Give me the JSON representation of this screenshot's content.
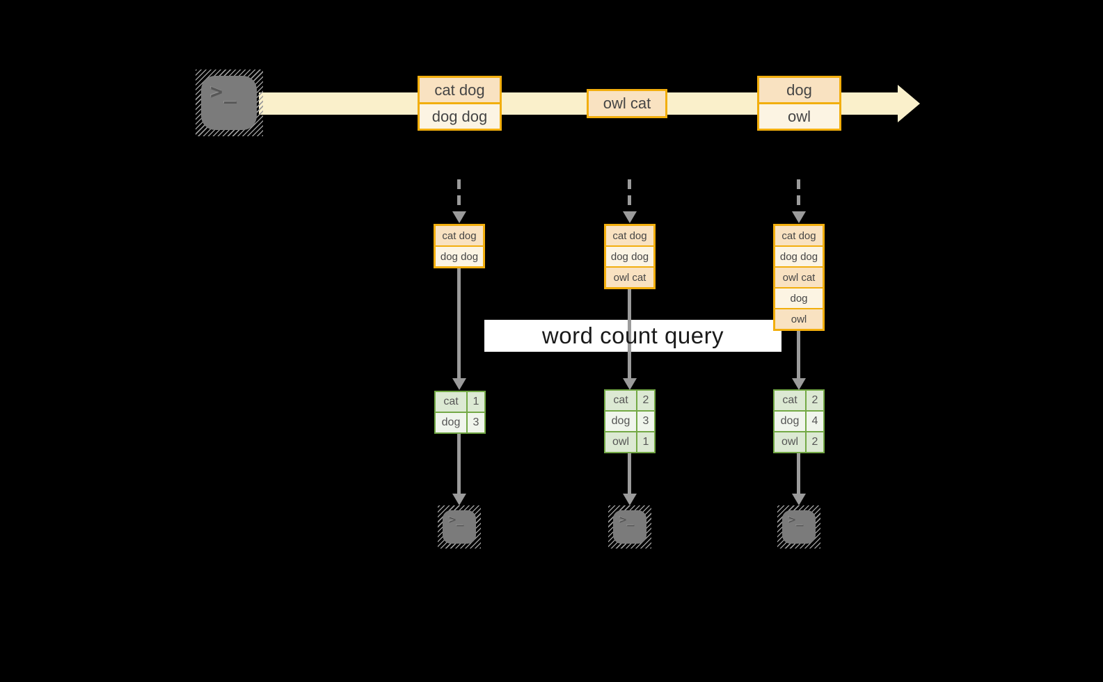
{
  "query_band": {
    "label": "word count query"
  },
  "terminal_prompt": ">_",
  "stream": {
    "events": [
      {
        "lines": [
          "cat dog",
          "dog dog"
        ]
      },
      {
        "lines": [
          "owl cat"
        ]
      },
      {
        "lines": [
          "dog",
          "owl"
        ]
      }
    ]
  },
  "columns": [
    {
      "state_rows": [
        "cat dog",
        "dog dog"
      ],
      "counts": [
        {
          "word": "cat",
          "count": "1"
        },
        {
          "word": "dog",
          "count": "3"
        }
      ]
    },
    {
      "state_rows": [
        "cat dog",
        "dog dog",
        "owl cat"
      ],
      "counts": [
        {
          "word": "cat",
          "count": "2"
        },
        {
          "word": "dog",
          "count": "3"
        },
        {
          "word": "owl",
          "count": "1"
        }
      ]
    },
    {
      "state_rows": [
        "cat dog",
        "dog dog",
        "owl cat",
        "dog",
        "owl"
      ],
      "counts": [
        {
          "word": "cat",
          "count": "2"
        },
        {
          "word": "dog",
          "count": "4"
        },
        {
          "word": "owl",
          "count": "2"
        }
      ]
    }
  ],
  "colors": {
    "stream_fill": "#FAF0CB",
    "event_border": "#F2AE0D",
    "event_fill_a": "#F9E2C1",
    "event_fill_b": "#FCF4E3",
    "table_border": "#73A945",
    "table_fill_a": "#DCE9D3",
    "table_fill_b": "#F0F5EC",
    "arrow": "#9B9B9B",
    "terminal_fill": "#7B7B7B",
    "band_bg": "#FFFFFF",
    "text_dark": "#454545",
    "query_text": "#1A1A1A"
  }
}
